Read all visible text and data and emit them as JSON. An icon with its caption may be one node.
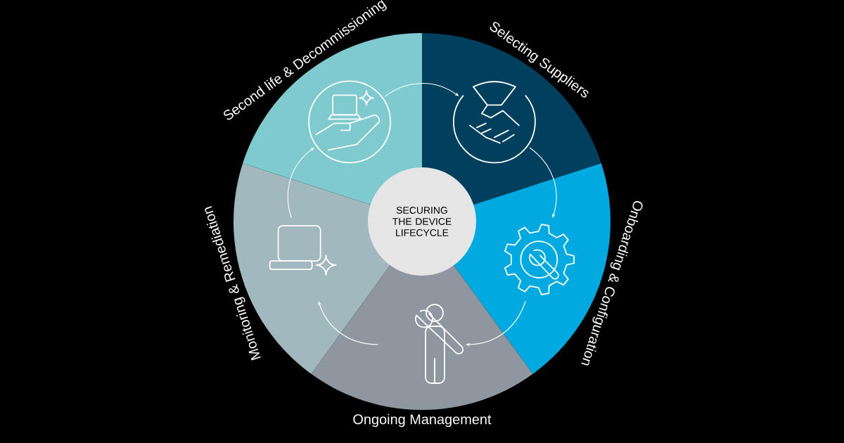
{
  "diagram": {
    "nodes": [
      {
        "text": [
          "SECURING THE DEVICE LIFECYCLE"
        ]
      },
      {
        "text": [
          "Selecting Suppliers"
        ]
      },
      {
        "text": [],
        "shape": "icon",
        "in": 1
      },
      {
        "text": [
          "Onboarding & Configuration"
        ]
      },
      {
        "text": [],
        "shape": "icon",
        "in": 3
      },
      {
        "text": [
          "Ongoing Management"
        ]
      },
      {
        "text": [],
        "shape": "icon",
        "in": 5
      },
      {
        "text": [
          "Monitoring & Remediation"
        ]
      },
      {
        "text": [],
        "shape": "icon",
        "in": 7
      },
      {
        "text": [
          "Second life & Decommissioning"
        ]
      },
      {
        "text": [],
        "shape": "icon",
        "in": 9
      }
    ],
    "edges": [
      {
        "from": 10,
        "to": 2,
        "arrow": "to"
      },
      {
        "from": 2,
        "to": 4,
        "arrow": "to"
      },
      {
        "from": 4,
        "to": 6,
        "arrow": "to"
      },
      {
        "from": 6,
        "to": 8,
        "arrow": "to"
      },
      {
        "from": 8,
        "to": 10,
        "arrow": "to"
      }
    ]
  }
}
